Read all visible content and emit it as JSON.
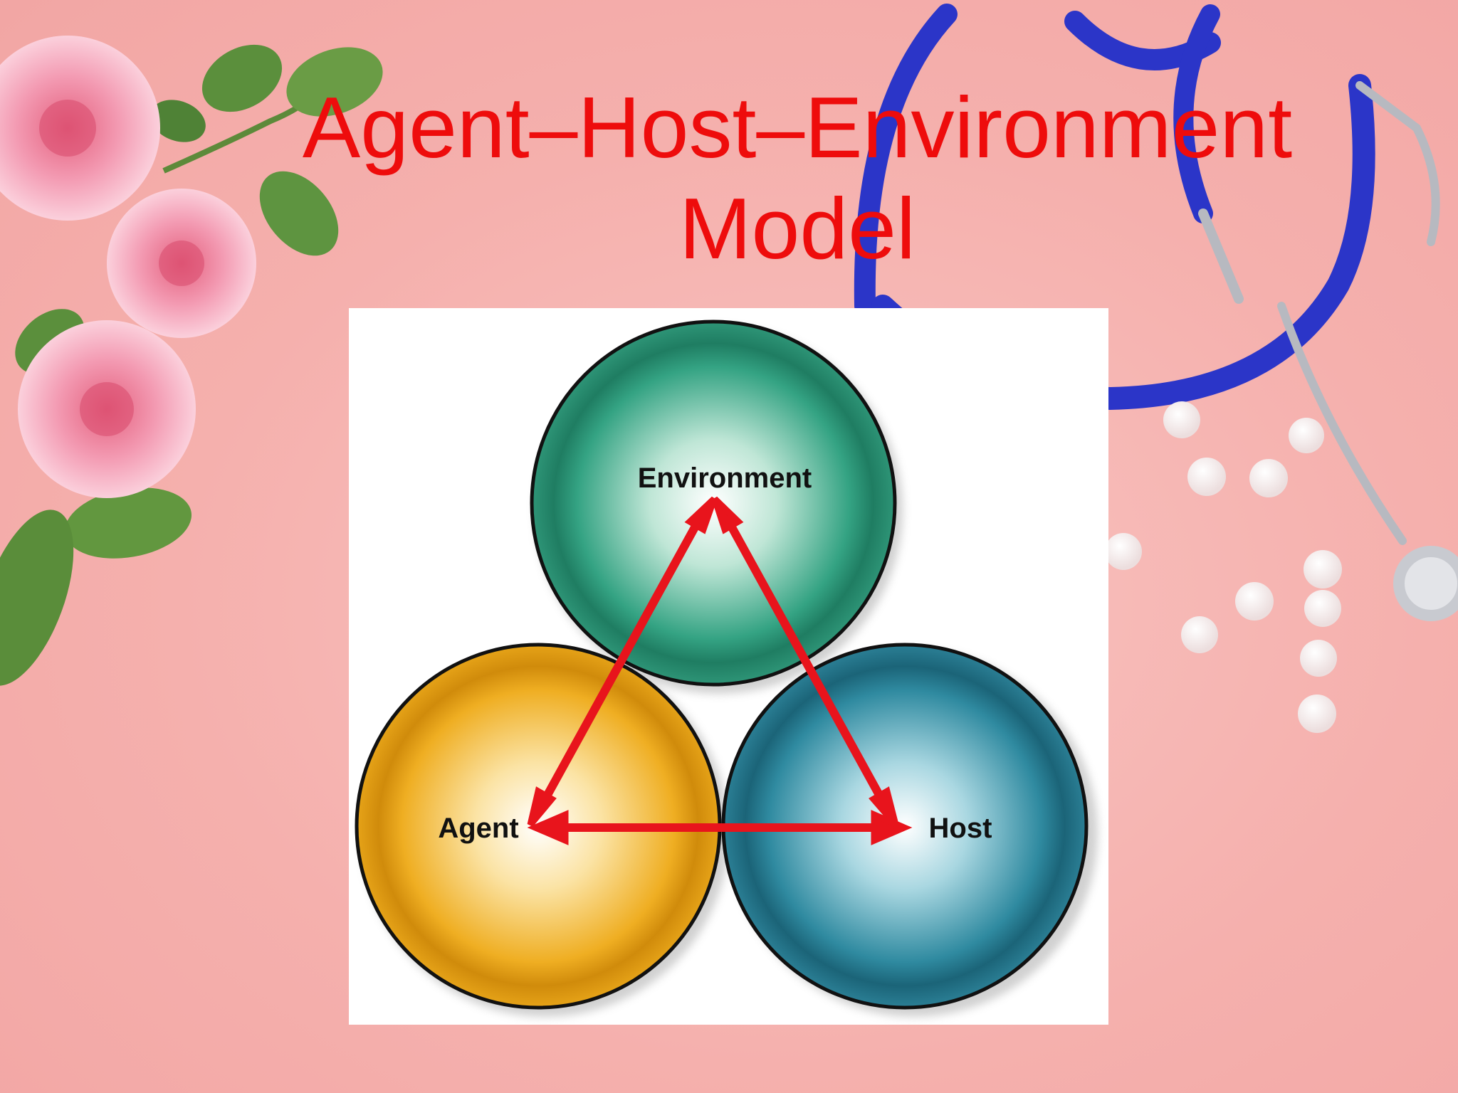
{
  "slide": {
    "title": "Agent–Host–Environment Model",
    "background_color": "#f6b3b1",
    "title_color": "#ee0c0c"
  },
  "diagram": {
    "nodes": [
      {
        "id": "environment",
        "label": "Environment",
        "color": "#2e9b7e"
      },
      {
        "id": "agent",
        "label": "Agent",
        "color": "#e9a71a"
      },
      {
        "id": "host",
        "label": "Host",
        "color": "#2d8296"
      }
    ],
    "arrows": [
      {
        "from": "agent",
        "to": "environment",
        "bidirectional": true,
        "color": "#e8141c"
      },
      {
        "from": "environment",
        "to": "host",
        "bidirectional": true,
        "color": "#e8141c"
      },
      {
        "from": "agent",
        "to": "host",
        "bidirectional": true,
        "color": "#e8141c"
      }
    ]
  },
  "decorations": [
    {
      "name": "roses-icon"
    },
    {
      "name": "stethoscope-icon"
    },
    {
      "name": "pills-icon"
    }
  ]
}
